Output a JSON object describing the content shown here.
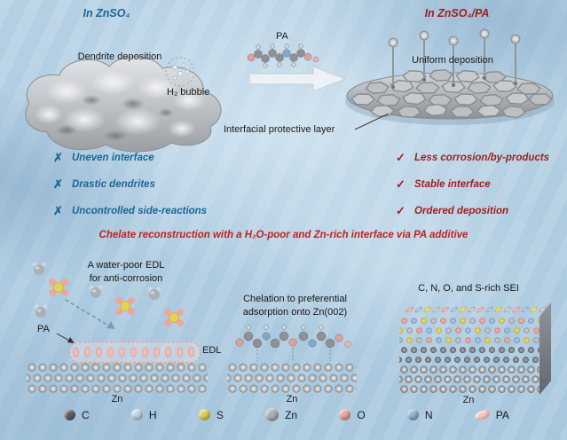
{
  "colors": {
    "blue": "#1a6898",
    "red": "#9e1f1f",
    "banner_red": "#bf2222"
  },
  "header": {
    "left": "In ZnSO₄",
    "right": "In ZnSO₄/PA"
  },
  "top": {
    "dendrite": "Dendrite deposition",
    "pa": "PA",
    "h2": "H₂ bubble",
    "uniform": "Uniform deposition",
    "interfacial": "Interfacial protective layer"
  },
  "cons": {
    "mark": "✗",
    "items": [
      "Uneven interface",
      "Drastic dendrites",
      "Uncontrolled side-reactions"
    ]
  },
  "pros": {
    "mark": "✓",
    "items": [
      "Less corrosion/by-products",
      "Stable interface",
      "Ordered deposition"
    ]
  },
  "banner": "Chelate reconstruction with a H₂O-poor and Zn-rich interface via PA additive",
  "panels": {
    "edl": {
      "title1": "A water-poor EDL",
      "title2": "for anti-corrosion",
      "pa": "PA",
      "edl": "EDL",
      "zn": "Zn"
    },
    "chelation": {
      "title1": "Chelation to preferential",
      "title2": "adsorption onto Zn(002)",
      "zn": "Zn"
    },
    "sei": {
      "title": "C, N, O, and S-rich SEI",
      "zn": "Zn"
    }
  },
  "legend": [
    {
      "label": "C",
      "color": "#5f6368"
    },
    {
      "label": "H",
      "color": "#c6d4e2"
    },
    {
      "label": "S",
      "color": "#e4cf55"
    },
    {
      "label": "Zn",
      "color": "#aab0b5"
    },
    {
      "label": "O",
      "color": "#eda49e"
    },
    {
      "label": "N",
      "color": "#8fb4d8"
    },
    {
      "label": "PA",
      "color": "#f2c4be"
    }
  ]
}
